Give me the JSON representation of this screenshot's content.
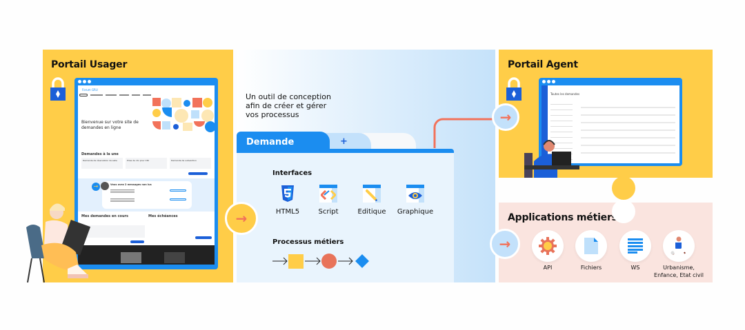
{
  "colors": {
    "yellow": "#ffcd48",
    "blue": "#1b8df0",
    "light_blue": "#c3e1fb",
    "orange": "#f2725a",
    "pink": "#fae4df"
  },
  "usager": {
    "title": "Portail Usager",
    "mini_site": {
      "brand": "Forum GRU",
      "hero": "Bienvenue sur votre site de demandes en ligne",
      "section_demandes": "Demandes à la une",
      "cards": [
        "Demande de réservation de salle",
        "Prise de rdv pour CNI",
        "Demande de subvention"
      ],
      "messages": "Vous avez 2 messages non lus",
      "en_cours": "Mes demandes en cours",
      "echeances": "Mes échéances"
    }
  },
  "middle": {
    "description": [
      "Un outil de conception",
      "afin de créer et gérer",
      "vos processus"
    ],
    "tab_label": "Demande",
    "tab_add": "+",
    "interfaces_title": "Interfaces",
    "interfaces": [
      {
        "label": "HTML5",
        "icon": "html5-icon"
      },
      {
        "label": "Script",
        "icon": "code-icon"
      },
      {
        "label": "Editique",
        "icon": "pencil-icon"
      },
      {
        "label": "Graphique",
        "icon": "eye-icon"
      }
    ],
    "process_title": "Processus métiers"
  },
  "agent": {
    "title": "Portail Agent",
    "mini_site": {
      "heading": "Toutes les demandes"
    }
  },
  "apps": {
    "title": "Applications métiers",
    "items": [
      {
        "label": "API",
        "icon": "gear-icon"
      },
      {
        "label": "Fichiers",
        "icon": "file-icon"
      },
      {
        "label": "WS",
        "icon": "lines-icon"
      },
      {
        "label": "Urbanisme,",
        "label2": "Enfance, Etat civil",
        "icon": "person-icon"
      }
    ]
  }
}
